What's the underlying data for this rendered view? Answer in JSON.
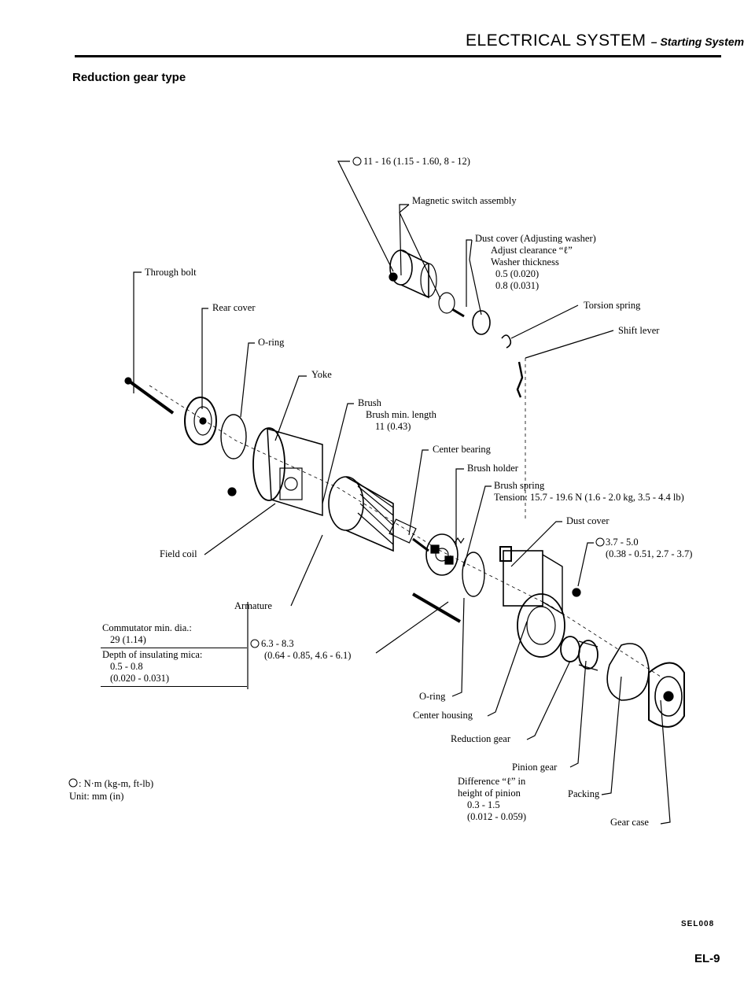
{
  "header": {
    "title": "ELECTRICAL SYSTEM",
    "subtitle": "– Starting System"
  },
  "section_title": "Reduction gear type",
  "labels": {
    "torque_top": "11 - 16 (1.15 - 1.60, 8 - 12)",
    "magnetic_switch": "Magnetic switch assembly",
    "dust_cover_adj": "Dust cover (Adjusting washer)",
    "adjust_clearance": "Adjust clearance “ℓ”",
    "washer_thickness": "Washer thickness",
    "washer_val1": "0.5 (0.020)",
    "washer_val2": "0.8 (0.031)",
    "through_bolt": "Through bolt",
    "rear_cover": "Rear cover",
    "torsion_spring": "Torsion spring",
    "o_ring_1": "O-ring",
    "shift_lever": "Shift lever",
    "yoke": "Yoke",
    "brush": "Brush",
    "brush_min_length": "Brush min. length",
    "brush_min_length_val": "11 (0.43)",
    "center_bearing": "Center bearing",
    "brush_holder": "Brush holder",
    "brush_spring": "Brush spring",
    "brush_spring_tension": "Tension: 15.7 - 19.6 N (1.6 - 2.0 kg, 3.5 - 4.4 lb)",
    "dust_cover": "Dust cover",
    "torque_right_1": "3.7 - 5.0",
    "torque_right_2": "(0.38 - 0.51, 2.7 - 3.7)",
    "field_coil": "Field coil",
    "armature": "Armature",
    "torque_mid_1": "6.3 - 8.3",
    "torque_mid_2": "(0.64 - 0.85, 4.6 - 6.1)",
    "o_ring_2": "O-ring",
    "center_housing": "Center housing",
    "reduction_gear": "Reduction gear",
    "pinion_gear": "Pinion gear",
    "difference_1": "Difference “ℓ” in",
    "difference_2": "height of pinion",
    "difference_3": "0.3 - 1.5",
    "difference_4": "(0.012 - 0.059)",
    "packing": "Packing",
    "gear_case": "Gear case"
  },
  "spec_box": {
    "commutator_label": "Commutator min. dia.:",
    "commutator_val": "29 (1.14)",
    "mica_label": "Depth of insulating mica:",
    "mica_val1": "0.5 - 0.8",
    "mica_val2": "(0.020 - 0.031)"
  },
  "legend": {
    "torque_units": ": N·m (kg-m, ft-lb)",
    "unit": "Unit: mm (in)"
  },
  "drawing_code": "SEL008",
  "page_number": "EL-9",
  "icons": {
    "torque": "torque-symbol-icon"
  }
}
